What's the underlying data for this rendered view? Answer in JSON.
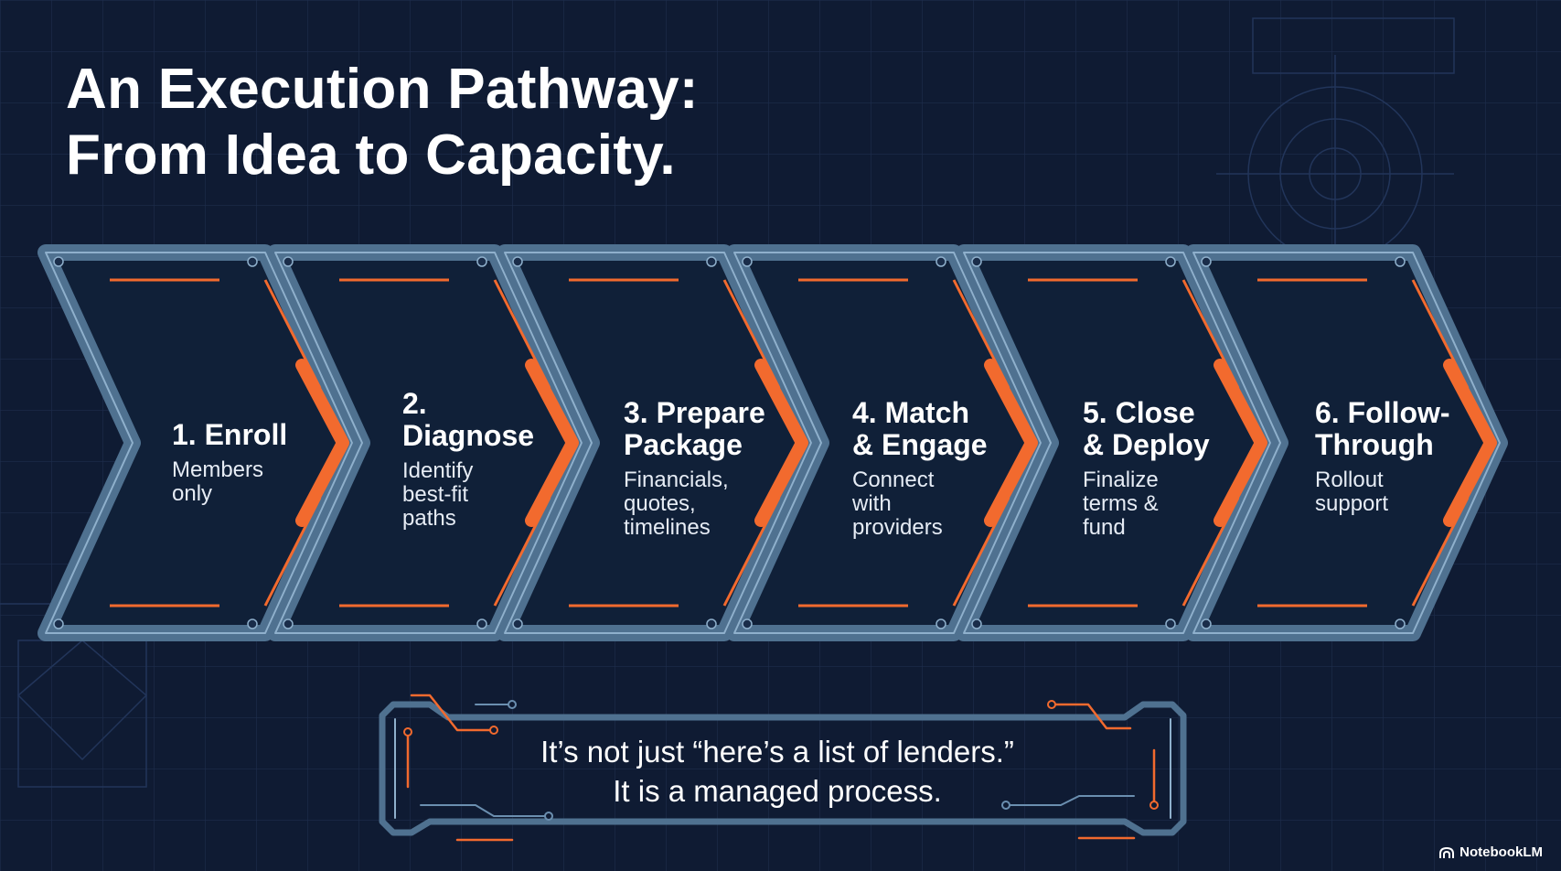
{
  "title": {
    "line1": "An Execution Pathway:",
    "line2": "From Idea to Capacity."
  },
  "steps": [
    {
      "title": [
        "1. Enroll"
      ],
      "desc": [
        "Members",
        "only"
      ]
    },
    {
      "title": [
        "2.",
        "Diagnose"
      ],
      "desc": [
        "Identify",
        "best-fit",
        "paths"
      ]
    },
    {
      "title": [
        "3. Prepare",
        "Package"
      ],
      "desc": [
        "Financials,",
        "quotes,",
        "timelines"
      ]
    },
    {
      "title": [
        "4. Match",
        "& Engage"
      ],
      "desc": [
        "Connect",
        "with",
        "providers"
      ]
    },
    {
      "title": [
        "5. Close",
        "& Deploy"
      ],
      "desc": [
        "Finalize",
        "terms &",
        "fund"
      ]
    },
    {
      "title": [
        "6. Follow-",
        "Through"
      ],
      "desc": [
        "Rollout",
        "support"
      ]
    }
  ],
  "callout": {
    "line1": "It’s not just “here’s a list of lenders.”",
    "line2": "It is a managed process."
  },
  "brand": {
    "label": "NotebookLM",
    "icon": "notebooklm-logo-icon"
  },
  "colors": {
    "background": "#0f1b33",
    "frame": "#4f7190",
    "frame_highlight": "#8fb0cc",
    "accent": "#f26a2e",
    "text": "#ffffff"
  }
}
